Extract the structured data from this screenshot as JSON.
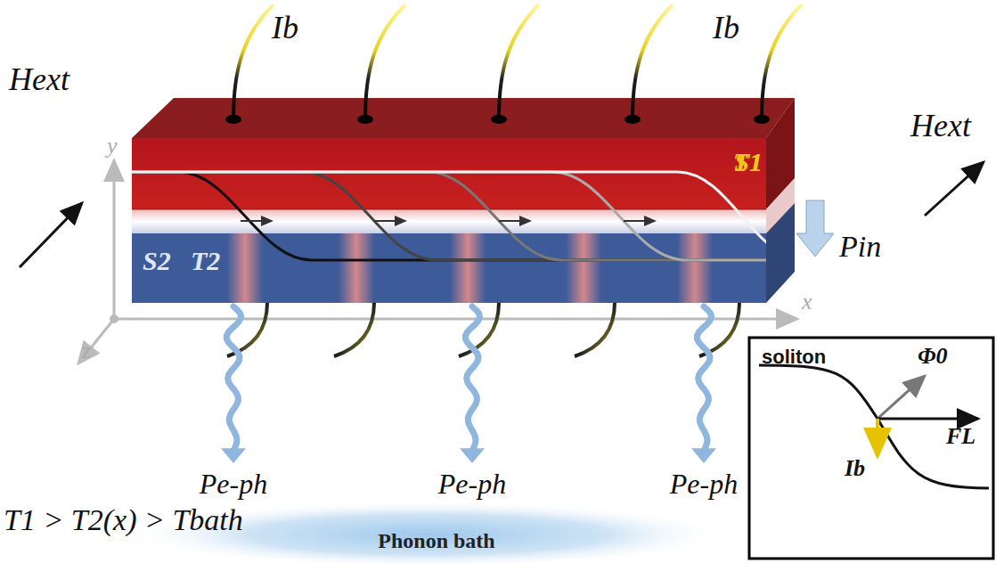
{
  "diagram": {
    "nodes": [
      {
        "text": [
          "S1",
          "T1"
        ]
      },
      {
        "text": [
          "S2",
          "T2"
        ]
      },
      {
        "text": [
          "Phonon bath"
        ]
      },
      {
        "text": [
          "soliton"
        ]
      }
    ],
    "edges": [
      {
        "from": 1,
        "to": 2,
        "arrow": "to",
        "label": "Pe-ph"
      },
      {
        "from": 1,
        "to": 2,
        "arrow": "to",
        "label": "Pe-ph"
      },
      {
        "from": 1,
        "to": 2,
        "arrow": "to",
        "label": "Pe-ph"
      }
    ],
    "labels": [
      "Ib",
      "Ib",
      "Hext",
      "Hext",
      "y",
      "x",
      "z",
      "Pin",
      "T1 > T2(x) > Tbath",
      "Φ0",
      "FL",
      "Ib"
    ]
  }
}
